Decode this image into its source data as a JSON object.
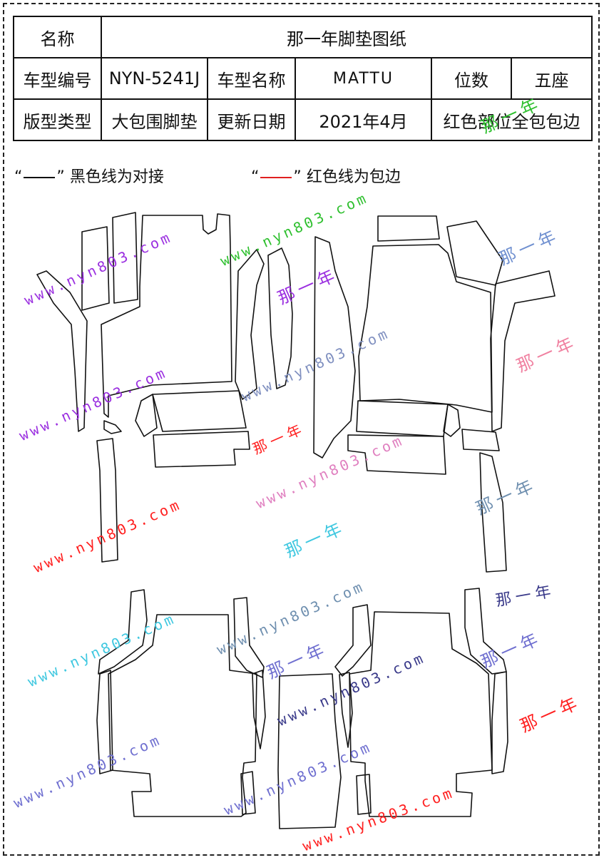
{
  "header": {
    "name_label": "名称",
    "title": "那一年脚垫图纸"
  },
  "spec": {
    "model_code_label": "车型编号",
    "model_code": "NYN-5241J",
    "model_name_label": "车型名称",
    "model_name": "MATTU",
    "seats_label": "位数",
    "seats": "五座",
    "pattern_type_label": "版型类型",
    "pattern_type": "大包围脚垫",
    "update_date_label": "更新日期",
    "update_date": "2021年4月",
    "red_note": "红色部位全包包边"
  },
  "legend": {
    "black_quote_open": "“",
    "black_quote_close": "”",
    "black_text": "黑色线为对接",
    "red_quote_open": "“",
    "red_quote_close": "”",
    "red_text": "红色线为包边"
  },
  "watermarks": {
    "url": "www.nyn803.com",
    "name": "那一年",
    "colors": [
      "#9b30e0",
      "#e0407a",
      "#ff2020",
      "#40c8e0",
      "#3a3a8a",
      "#7070d0",
      "#30c030",
      "#8090c0",
      "#50c050"
    ]
  }
}
